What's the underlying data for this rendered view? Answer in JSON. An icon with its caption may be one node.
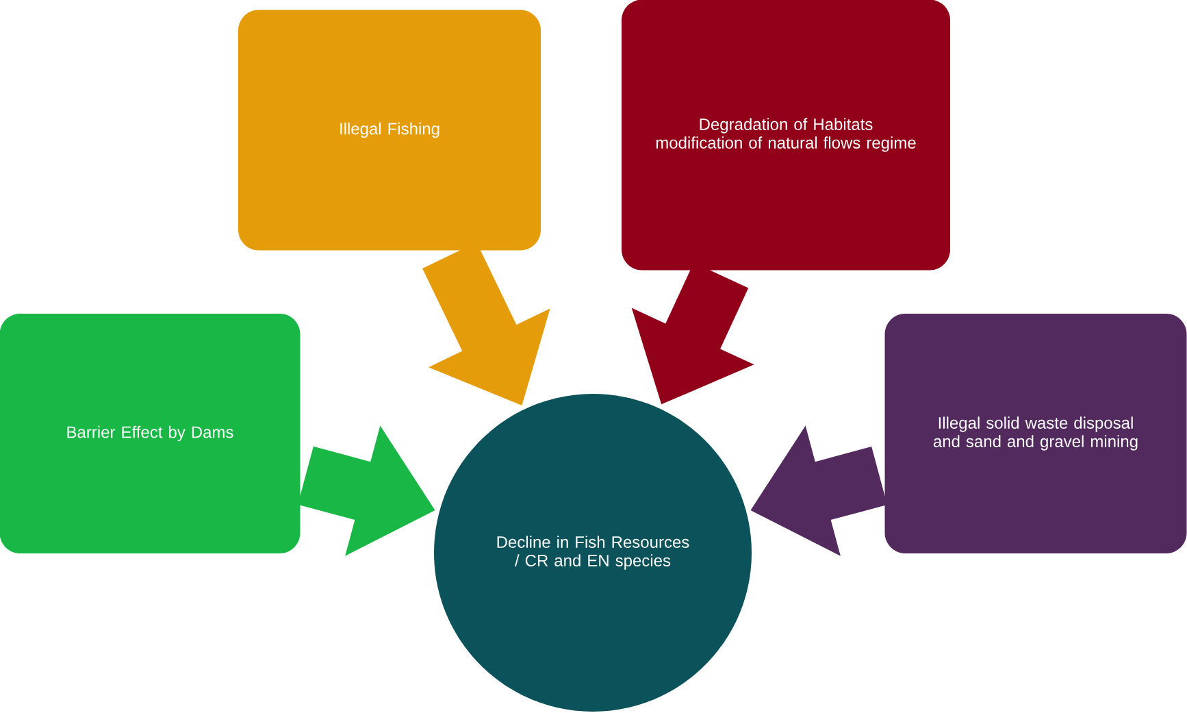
{
  "diagram": {
    "nodes": [
      {
        "text": [
          "Illegal Fishing"
        ]
      },
      {
        "text": [
          "Degradation of Habitats modification of natural flows regime"
        ]
      },
      {
        "text": [
          "Barrier Effect by Dams"
        ]
      },
      {
        "text": [
          "Illegal solid waste disposal and sand and gravel mining"
        ]
      },
      {
        "text": [
          "Decline in Fish Resources / CR and EN species"
        ]
      }
    ],
    "edges": [
      {
        "from": 0,
        "to": 4,
        "arrow": "to",
        "color": "#e59c0b"
      },
      {
        "from": 1,
        "to": 4,
        "arrow": "to",
        "color": "#910018"
      },
      {
        "from": 2,
        "to": 4,
        "arrow": "to",
        "color": "#19b746"
      },
      {
        "from": 3,
        "to": 4,
        "arrow": "to",
        "color": "#522a5e"
      }
    ]
  }
}
